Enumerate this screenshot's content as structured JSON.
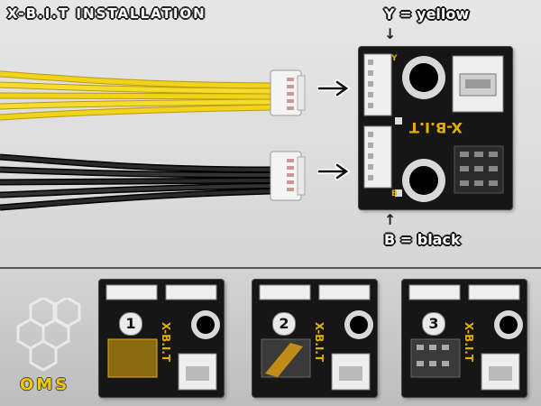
{
  "header": {
    "title": "X-B.I.T INSTALLATION"
  },
  "labels": {
    "yellow": "Y = yellow",
    "black": "B = black"
  },
  "board_main": {
    "brand": "X-B.I.T",
    "pin_y": "Y",
    "pin_b": "B"
  },
  "steps": [
    {
      "number": "1",
      "brand": "X-B.I.T"
    },
    {
      "number": "2",
      "brand": "X-B.I.T"
    },
    {
      "number": "3",
      "brand": "X-B.I.T"
    }
  ],
  "logo": {
    "text": "OMS"
  },
  "colors": {
    "yellow_wire": "#f2d31b",
    "black_wire": "#111111",
    "pcb": "#161616",
    "silk": "#e0b000"
  }
}
